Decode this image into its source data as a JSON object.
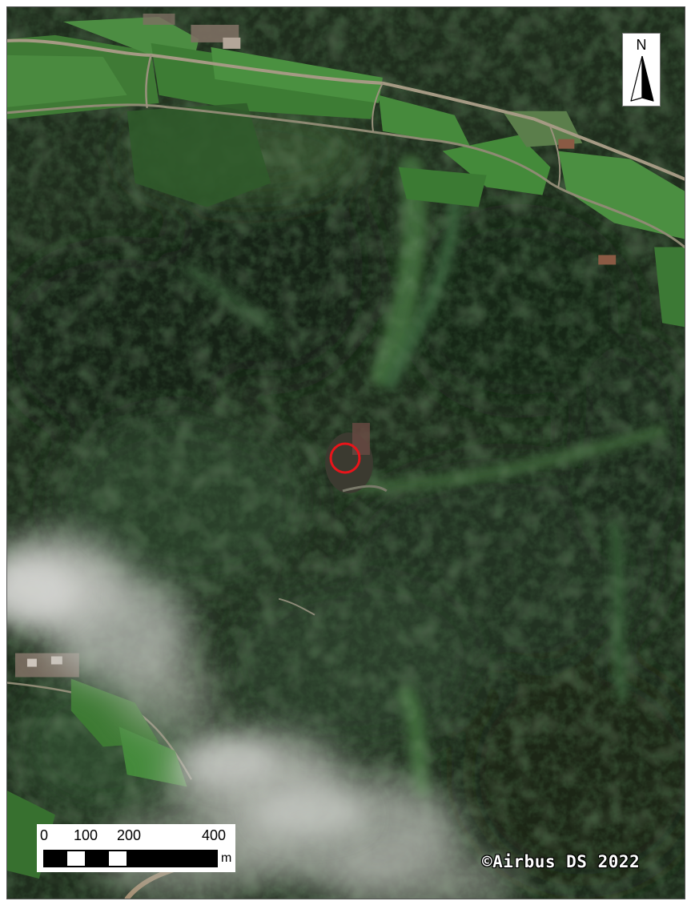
{
  "map": {
    "imagery": "satellite",
    "marker": {
      "shape": "circle",
      "color": "#e8141a"
    }
  },
  "north_arrow": {
    "label": "N",
    "icon": "north-arrow-icon"
  },
  "scale_bar": {
    "ticks": [
      "0",
      "100",
      "200",
      "400"
    ],
    "unit": "m"
  },
  "credit": "©Airbus DS 2022"
}
